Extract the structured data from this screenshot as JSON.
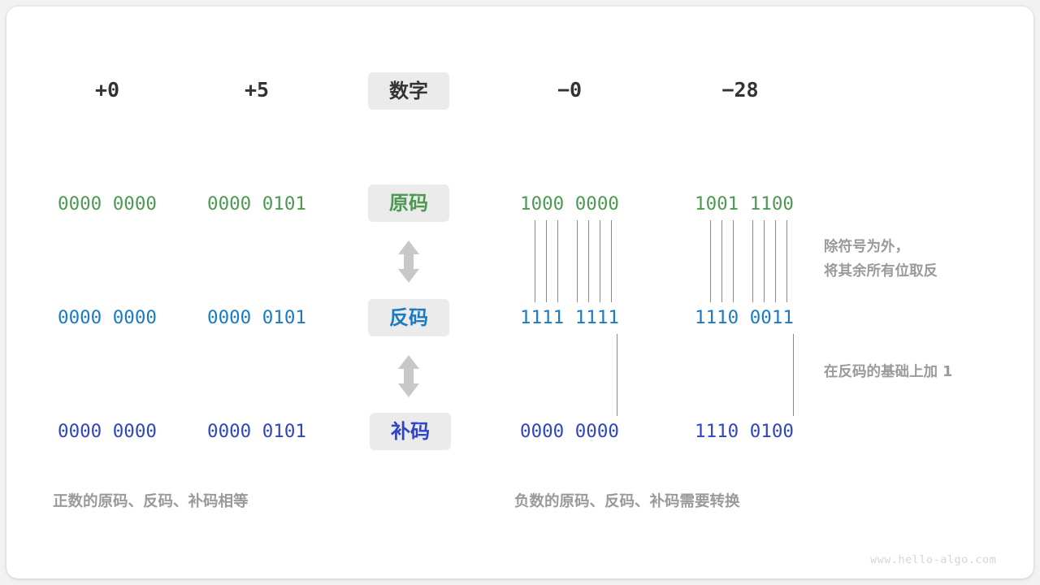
{
  "page": {
    "background": "#f2f2f2",
    "card_background": "#ffffff",
    "watermark": "www.hello-algo.com"
  },
  "colors": {
    "sign_magnitude": "#4c9a52",
    "ones_complement": "#1a7ac4",
    "twos_complement": "#2f45c5",
    "header_text": "#333333",
    "chip_background": "#ebebeb",
    "note_text": "#9a9a9a",
    "line": "#8a8a8a",
    "arrow": "#c8c8c8"
  },
  "row_labels": {
    "header": "数字",
    "sign_magnitude": "原码",
    "ones_complement": "反码",
    "twos_complement": "补码"
  },
  "columns": [
    {
      "header": "+0",
      "sign_magnitude": "0000 0000",
      "ones_complement": "0000 0000",
      "twos_complement": "0000 0000"
    },
    {
      "header": "+5",
      "sign_magnitude": "0000 0101",
      "ones_complement": "0000 0101",
      "twos_complement": "0000 0101"
    },
    {
      "header": "−0",
      "sign_magnitude": "1000 0000",
      "ones_complement": "1111 1111",
      "twos_complement": "0000 0000"
    },
    {
      "header": "−28",
      "sign_magnitude": "1001 1100",
      "ones_complement": "1110 0011",
      "twos_complement": "1110 0100"
    }
  ],
  "arrows": {
    "icon_top": "double-headed-vertical-arrow",
    "icon_bottom": "double-headed-vertical-arrow"
  },
  "annotations": {
    "invert": "除符号为外，\n将其余所有位取反",
    "add_one": "在反码的基础上加 1"
  },
  "captions": {
    "positive": "正数的原码、反码、补码相等",
    "negative": "负数的原码、反码、补码需要转换"
  }
}
